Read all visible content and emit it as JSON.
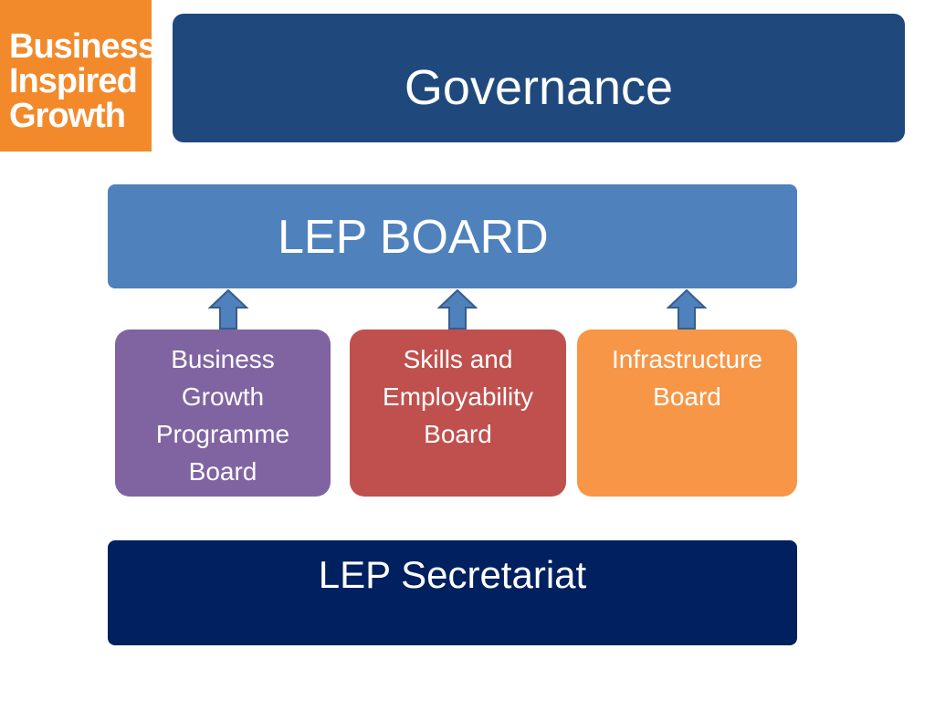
{
  "logo": {
    "lines": [
      "Business",
      "Inspired",
      "Growth"
    ],
    "background_color": "#f28a2b"
  },
  "title": {
    "text": "Governance",
    "color": "#1f497d"
  },
  "board": {
    "text": "LEP BOARD",
    "color": "#4f81bd"
  },
  "arrows": {
    "icon": "up-arrow-icon",
    "color": "#4f81bd"
  },
  "sub_boards": [
    {
      "lines": [
        "Business",
        "Growth",
        "Programme",
        "Board"
      ],
      "color": "#8064a2"
    },
    {
      "lines": [
        "Skills and",
        "Employability",
        "Board"
      ],
      "color": "#c0504d"
    },
    {
      "lines": [
        "Infrastructure",
        "Board"
      ],
      "color": "#f79646"
    }
  ],
  "secretariat": {
    "text": "LEP Secretariat",
    "color": "#002060"
  }
}
